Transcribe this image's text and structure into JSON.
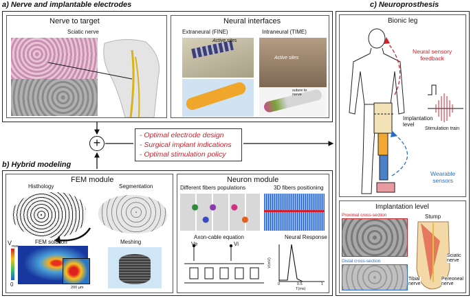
{
  "section_a": {
    "title": "a) Nerve and implantable electrodes",
    "nerve_panel": {
      "title": "Nerve to target",
      "subtitle": "Sciatic nerve"
    },
    "interfaces_panel": {
      "title": "Neural interfaces",
      "extraneural": "Extraneural (FINE)",
      "intraneural": "Intraneural (TIME)",
      "active_sites_1": "Active sites",
      "active_sites_2": "Active sites",
      "suture": "suture to\nnerve"
    }
  },
  "outcomes": [
    "- Optimal electrode design",
    "- Surgical implant indications",
    "- Optimal stimulation policy"
  ],
  "section_b": {
    "title": "b) Hybrid modeling",
    "fem": {
      "title": "FEM module",
      "histology": "Histhology",
      "segmentation": "Segmentation",
      "fem_solution": "FEM solution",
      "meshing": "Meshing",
      "v_label": "V",
      "v_sub": "max",
      "zero": "0",
      "scale": "200 µm"
    },
    "neuron": {
      "title": "Neuron module",
      "fibers": "Different fibers populations",
      "positioning": "3D fibers positioning",
      "axon": "Axon-cable equation",
      "response": "Neural Response",
      "ve": "Ve",
      "vi": "Vi",
      "ylabel": "V(mV)",
      "xlabel": "T(ms)",
      "tick0": "0",
      "tick05": "0.5",
      "tick1": "1"
    }
  },
  "section_c": {
    "title": "c) Neuroprosthesis",
    "bionic": {
      "title": "Bionic leg",
      "feedback": "Neural sensory\nfeedback",
      "implant_level": "Implantation\nlevel",
      "stim_train": "Stimulation train",
      "wearable": "Wearable\nsensors"
    },
    "implant": {
      "title": "Implantation level",
      "proximal": "Proximal cross-section",
      "distal": "Distal cross-section",
      "stump": "Stump",
      "sciatic": "Sciatic\nnerve",
      "tibial": "Tibial\nnerve",
      "pereoneal": "Pereoneal\nnerve"
    }
  },
  "colors": {
    "accent_red": "#d0202a",
    "accent_blue": "#2a6cc4"
  }
}
